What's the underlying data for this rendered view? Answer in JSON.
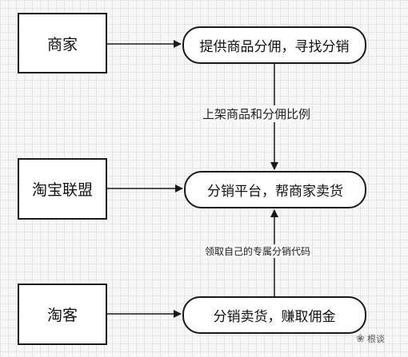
{
  "nodes": {
    "merchant": "商家",
    "taobao_union": "淘宝联盟",
    "taoke": "淘客",
    "provide_commission": "提供商品分佣，寻找分销",
    "platform": "分销平台，帮商家卖货",
    "earn_commission": "分销卖货，赚取佣金"
  },
  "edges": {
    "list_products": "上架商品和分佣比例",
    "get_code": "领取自己的专属分销代码"
  },
  "watermark": "根谈",
  "colors": {
    "stroke": "#1a1a1a",
    "grid": "#e4e4e4",
    "background": "#f7f7f7"
  }
}
